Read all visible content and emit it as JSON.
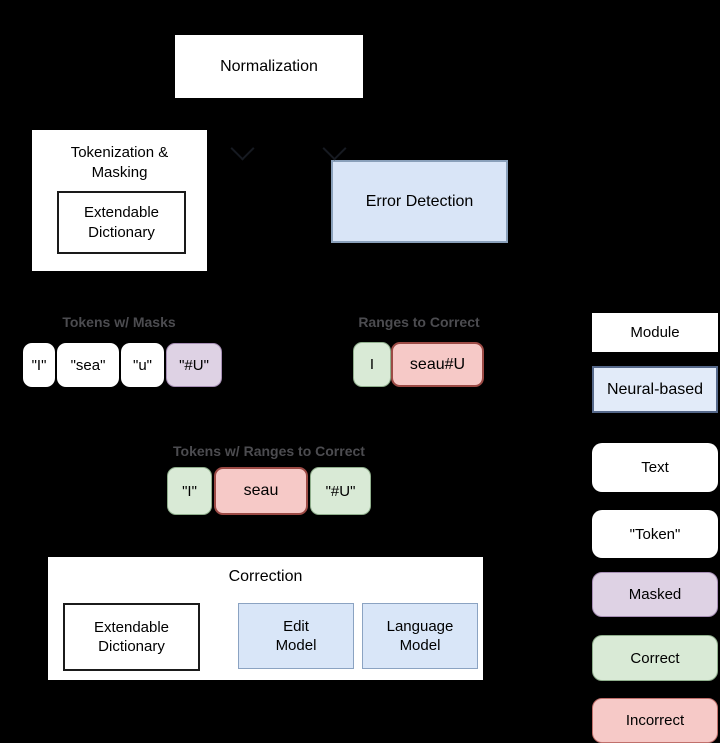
{
  "nodes": {
    "normalization": {
      "label": "Normalization"
    },
    "tokenization_masking": {
      "label": "Tokenization &\nMasking",
      "dictionary": "Extendable\nDictionary"
    },
    "error_detection": {
      "label": "Error Detection"
    },
    "correction": {
      "label": "Correction",
      "dictionary": "Extendable\nDictionary",
      "edit_model": "Edit\nModel",
      "language_model": "Language\nModel"
    }
  },
  "token_rows": {
    "masks": {
      "label": "Tokens w/ Masks",
      "tokens": [
        {
          "text": "\"I\"",
          "kind": "text-token"
        },
        {
          "text": "\"sea\"",
          "kind": "text-token"
        },
        {
          "text": "\"u\"",
          "kind": "text-token"
        },
        {
          "text": "\"#U\"",
          "kind": "masked"
        }
      ]
    },
    "ranges": {
      "label": "Ranges to Correct",
      "tokens": [
        {
          "text": "I",
          "kind": "correct"
        },
        {
          "text": "seau#U",
          "kind": "incorrect"
        }
      ]
    },
    "tokens_ranges": {
      "label": "Tokens w/ Ranges to Correct",
      "tokens": [
        {
          "text": "\"I\"",
          "kind": "correct"
        },
        {
          "text": "seau",
          "kind": "incorrect"
        },
        {
          "text": "\"#U\"",
          "kind": "correct"
        }
      ]
    }
  },
  "legend": {
    "items": [
      {
        "label": "Module",
        "kind": "module"
      },
      {
        "label": "Neural-based",
        "kind": "neural-based"
      },
      {
        "label": "Text",
        "kind": "text"
      },
      {
        "label": "\"Token\"",
        "kind": "token"
      },
      {
        "label": "Masked",
        "kind": "masked"
      },
      {
        "label": "Correct",
        "kind": "correct"
      },
      {
        "label": "Incorrect",
        "kind": "incorrect"
      }
    ]
  },
  "colors": {
    "background": "#000000",
    "module_fill": "#ffffff",
    "neural_fill": "#d9e5f7",
    "neural_stroke": "#55688a",
    "masked_fill": "#ded2e4",
    "masked_stroke": "#a78fb5",
    "correct_fill": "#d9ead6",
    "correct_stroke": "#8fae8c",
    "incorrect_fill": "#f6c9c7",
    "incorrect_stroke": "#9c4a45",
    "row_label_text": "#4c4c50",
    "node_text": "#000000"
  }
}
